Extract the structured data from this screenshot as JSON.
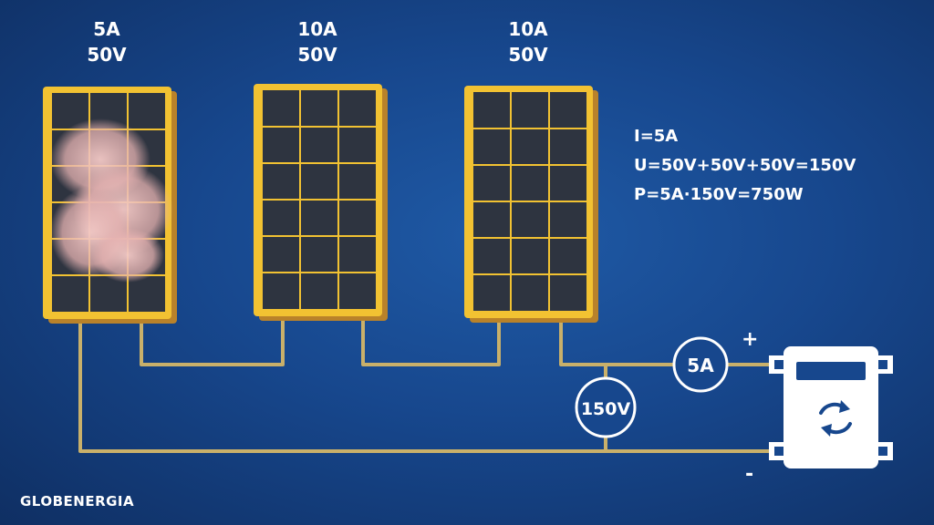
{
  "panels": [
    {
      "current": "5A",
      "voltage": "50V",
      "shaded": true
    },
    {
      "current": "10A",
      "voltage": "50V",
      "shaded": false
    },
    {
      "current": "10A",
      "voltage": "50V",
      "shaded": false
    }
  ],
  "formulas": {
    "current": "I=5A",
    "voltage": "U=50V+50V+50V=150V",
    "power": "P=5A·150V=750W"
  },
  "meters": {
    "ammeter": "5A",
    "voltmeter": "150V"
  },
  "terminals": {
    "plus": "+",
    "minus": "-"
  },
  "brand": "GLOBENERGIA",
  "colors": {
    "frame": "#f2c232",
    "cell": "#2e3440",
    "wire": "#c9b06a",
    "background": "#17478d"
  },
  "icons": {
    "inverter": "refresh-icon"
  }
}
